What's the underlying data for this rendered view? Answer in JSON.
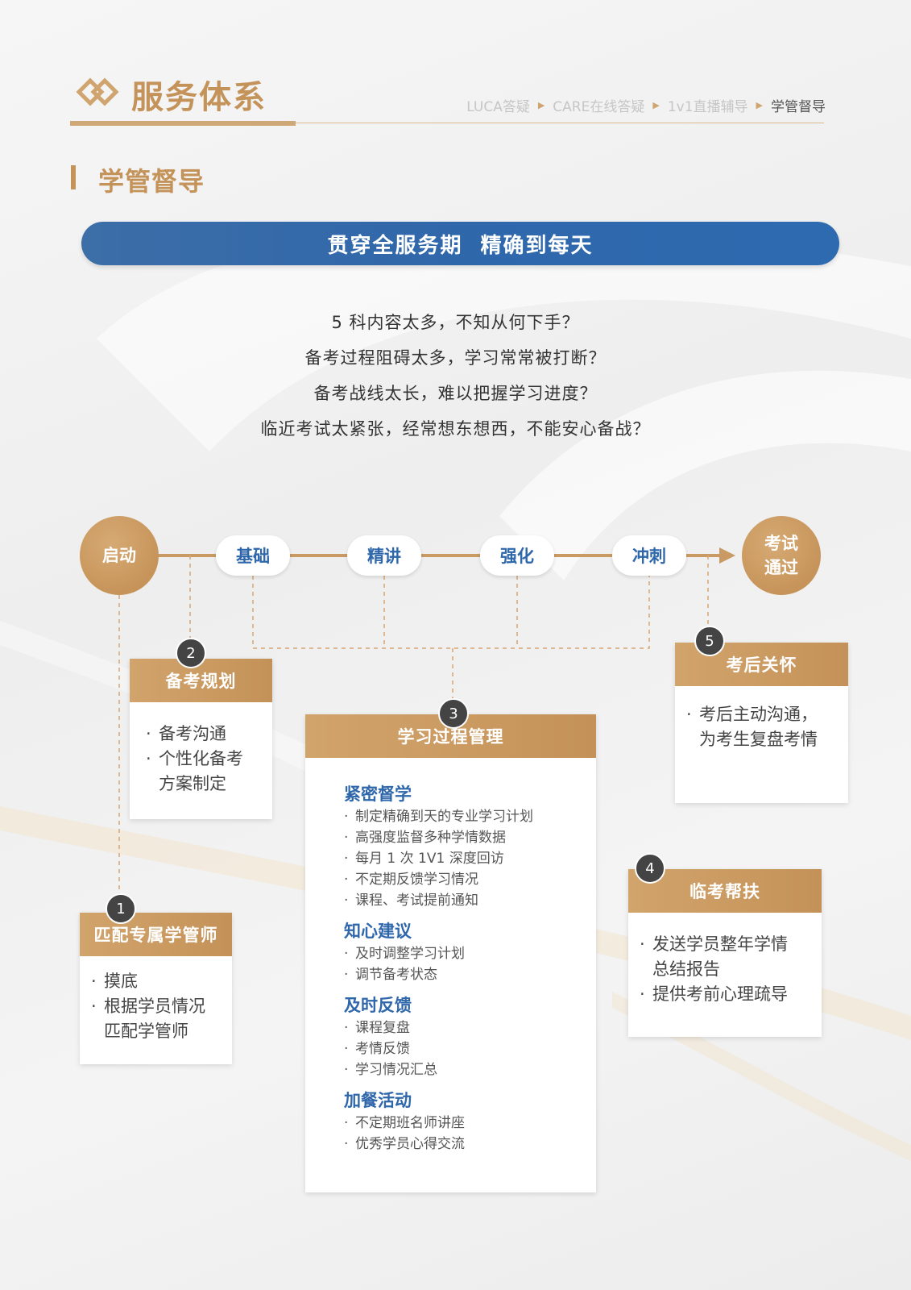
{
  "header": {
    "title": "服务体系",
    "breadcrumb": [
      "LUCA答疑",
      "CARE在线答疑",
      "1v1直播辅导",
      "学管督导"
    ],
    "logo_icon": "double-diamond-icon"
  },
  "section": {
    "title": "学管督导"
  },
  "banner": {
    "text": "贯穿全服务期  精确到每天"
  },
  "questions": [
    "5 科内容太多，不知从何下手？",
    "备考过程阻碍太多，学习常常被打断？",
    "备考战线太长，难以把握学习进度？",
    "临近考试太紧张，经常想东想西，不能安心备战？"
  ],
  "timeline": {
    "start": "启动",
    "stages": [
      "基础",
      "精讲",
      "强化",
      "冲刺"
    ],
    "end_line1": "考试",
    "end_line2": "通过"
  },
  "steps": {
    "step1": {
      "num": "1",
      "title": "匹配专属学管师",
      "items": [
        "摸底",
        "根据学员情况",
        "匹配学管师"
      ]
    },
    "step2": {
      "num": "2",
      "title": "备考规划",
      "items": [
        "备考沟通",
        "个性化备考",
        "方案制定"
      ]
    },
    "step3": {
      "num": "3",
      "title": "学习过程管理",
      "groups": [
        {
          "title": "紧密督学",
          "items": [
            "制定精确到天的专业学习计划",
            "高强度监督多种学情数据",
            "每月 1 次 1V1 深度回访",
            "不定期反馈学习情况",
            "课程、考试提前通知"
          ]
        },
        {
          "title": "知心建议",
          "items": [
            "及时调整学习计划",
            "调节备考状态"
          ]
        },
        {
          "title": "及时反馈",
          "items": [
            "课程复盘",
            "考情反馈",
            "学习情况汇总"
          ]
        },
        {
          "title": "加餐活动",
          "items": [
            "不定期班名师讲座",
            "优秀学员心得交流"
          ]
        }
      ]
    },
    "step4": {
      "num": "4",
      "title": "临考帮扶",
      "items": [
        "发送学员整年学情",
        "总结报告",
        "提供考前心理疏导"
      ]
    },
    "step5": {
      "num": "5",
      "title": "考后关怀",
      "items": [
        "考后主动沟通，",
        "为考生复盘考情"
      ]
    }
  },
  "bullet": "·",
  "colors": {
    "gold": "#c4935a",
    "blue": "#2f67ab",
    "badge": "#444444"
  }
}
